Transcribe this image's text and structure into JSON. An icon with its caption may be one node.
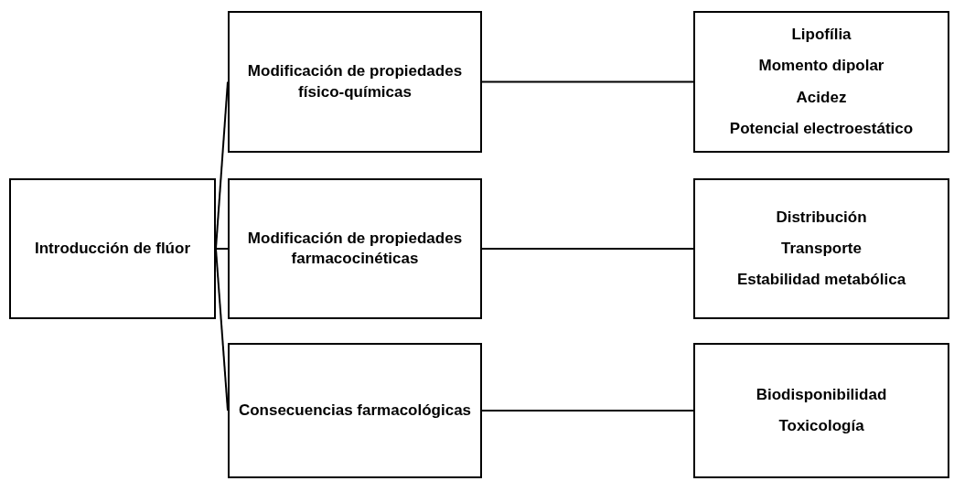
{
  "diagram": {
    "nodes": [
      {
        "text": [
          "Introducción de flúor"
        ]
      },
      {
        "text": [
          "Modificación de propiedades físico-químicas"
        ]
      },
      {
        "text": [
          "Modificación de propiedades farmacocinéticas"
        ]
      },
      {
        "text": [
          "Consecuencias farmacológicas"
        ]
      },
      {
        "text": [
          "Lipofília",
          "Momento dipolar",
          "Acidez",
          "Potencial electroestático"
        ]
      },
      {
        "text": [
          "Distribución",
          "Transporte",
          "Estabilidad metabólica"
        ]
      },
      {
        "text": [
          "Biodisponibilidad",
          "Toxicología"
        ]
      }
    ],
    "edges": [
      {
        "from": 0,
        "to": 1,
        "arrow": "none"
      },
      {
        "from": 0,
        "to": 2,
        "arrow": "none"
      },
      {
        "from": 0,
        "to": 3,
        "arrow": "none"
      },
      {
        "from": 1,
        "to": 4,
        "arrow": "none"
      },
      {
        "from": 2,
        "to": 5,
        "arrow": "none"
      },
      {
        "from": 3,
        "to": 6,
        "arrow": "none"
      }
    ]
  }
}
